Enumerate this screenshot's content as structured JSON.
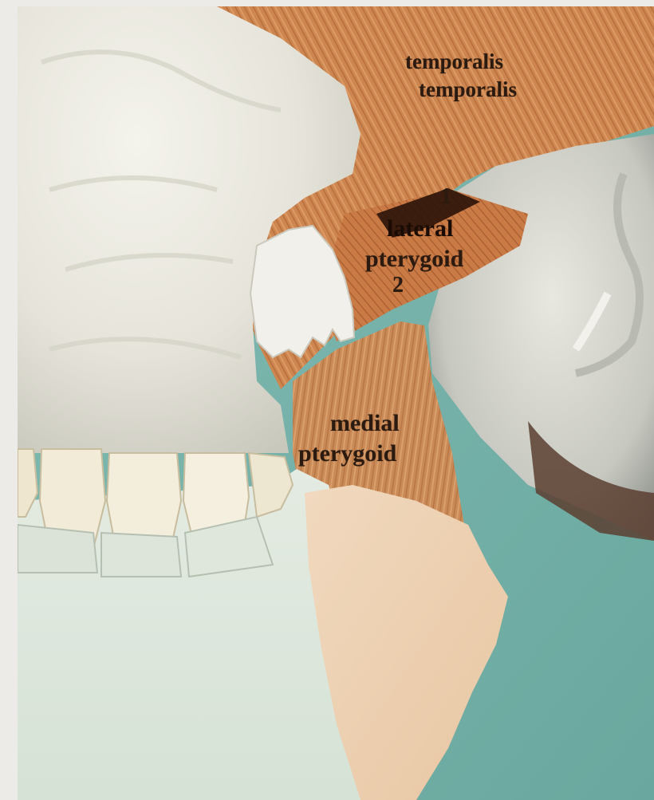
{
  "image": {
    "subject": "anatomical model",
    "colors": {
      "page_border": "#ecebe7",
      "background_teal": "#79b4ab",
      "muscle": "#cf8a55",
      "bone": "#eceae0",
      "mandible": "#dfe8dd"
    }
  },
  "labels": {
    "temporalis_1": "temporalis",
    "temporalis_2": "temporalis",
    "lateral_number_1": "1",
    "lateral_line_1": "lateral",
    "lateral_line_2": "pterygoid",
    "lateral_number_2": "2",
    "medial_line_1": "medial",
    "medial_line_2": "pterygoid"
  }
}
